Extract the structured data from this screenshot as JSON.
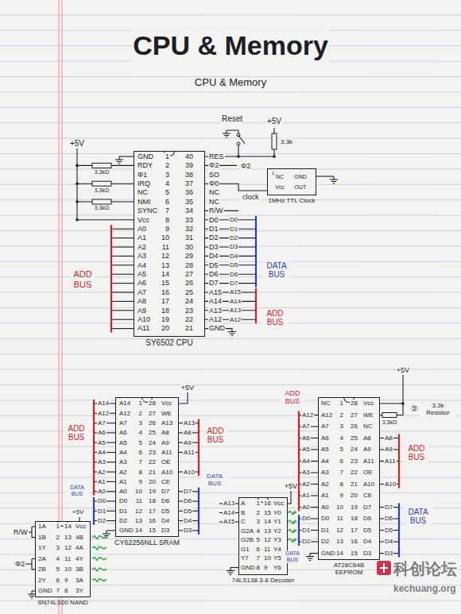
{
  "diagram": {
    "title": "CPU & Memory",
    "nodes": [
      {
        "text": [
          "SY6502 CPU"
        ]
      },
      {
        "text": [
          "1MHz TTL Clock"
        ]
      },
      {
        "text": [
          "CY62256NLL SRAM"
        ]
      },
      {
        "text": [
          "74LS138 3-8 Decoder"
        ]
      },
      {
        "text": [
          "AT28C64B EEPROM"
        ]
      },
      {
        "text": [
          "SN74LS00 NAND"
        ]
      }
    ],
    "edges": [
      {
        "from": 1,
        "to": 0,
        "label": "clock",
        "arrow": "none"
      }
    ],
    "labels": [
      "CPU & Memory",
      "+5V",
      "3.3kΩ",
      "3.3kΩ",
      "3.3kΩ",
      "GND",
      "RDY",
      "Φ1",
      "IRQ",
      "NC",
      "NMI",
      "SYNC",
      "Vcc",
      "A0",
      "A1",
      "A2",
      "A3",
      "A4",
      "A5",
      "A6",
      "A7",
      "A8",
      "A9",
      "A10",
      "A11",
      "1",
      "2",
      "3",
      "4",
      "5",
      "6",
      "7",
      "8",
      "9",
      "10",
      "11",
      "12",
      "13",
      "14",
      "15",
      "16",
      "17",
      "18",
      "19",
      "20",
      "40",
      "39",
      "38",
      "37",
      "36",
      "35",
      "34",
      "33",
      "32",
      "31",
      "30",
      "29",
      "28",
      "27",
      "26",
      "25",
      "24",
      "23",
      "22",
      "21",
      "RES",
      "Φ2",
      "SO",
      "Φ0",
      "NC",
      "NC",
      "R/W",
      "D0",
      "D1",
      "D2",
      "D3",
      "D4",
      "D5",
      "D6",
      "D7",
      "A15",
      "A14",
      "A13",
      "A12",
      "GND",
      "D0",
      "D1",
      "D2",
      "D3",
      "D4",
      "D5",
      "D6",
      "D7",
      "A15",
      "A14",
      "A13",
      "A12",
      "Reset",
      "+5V",
      "3.3k",
      "Φ2",
      "1",
      "NC",
      "GND",
      "Vcc",
      "OUT",
      "ADD BUS",
      "DATA BUS",
      "ADD BUS",
      "A14",
      "A12",
      "A7",
      "A6",
      "A5",
      "A4",
      "A3",
      "A2",
      "A1",
      "A0",
      "D0",
      "D1",
      "D2",
      "GND",
      "1",
      "2",
      "3",
      "4",
      "5",
      "6",
      "7",
      "8",
      "9",
      "10",
      "11",
      "12",
      "13",
      "14",
      "28",
      "27",
      "26",
      "25",
      "24",
      "23",
      "22",
      "21",
      "20",
      "19",
      "18",
      "17",
      "16",
      "15",
      "Vcc",
      "WE",
      "A13",
      "A8",
      "A9",
      "A11",
      "OE",
      "A10",
      "CE",
      "D7",
      "D6",
      "D5",
      "D4",
      "D3",
      "A14",
      "A12",
      "A7",
      "A6",
      "A5",
      "A4",
      "A3",
      "A2",
      "A1",
      "A0",
      "D0",
      "D1",
      "D2",
      "A13",
      "A8",
      "A9",
      "A11",
      "A10",
      "D7",
      "D6",
      "D5",
      "D4",
      "D3",
      "ADD BUS",
      "DATA BUS",
      "ADD BUS",
      "DATA BUS",
      "+5V",
      "A",
      "B",
      "C",
      "G2A",
      "G2B",
      "G1",
      "Y7",
      "GND",
      "1",
      "2",
      "3",
      "4",
      "5",
      "6",
      "7",
      "8",
      "16",
      "15",
      "14",
      "13",
      "12",
      "11",
      "10",
      "9",
      "Vcc",
      "Y0",
      "Y1",
      "Y2",
      "Y3",
      "Y4",
      "Y5",
      "Y6",
      "A13",
      "A14",
      "A15",
      "+5V",
      "NC",
      "A12",
      "A7",
      "A6",
      "A5",
      "A4",
      "A3",
      "A2",
      "A1",
      "A0",
      "D0",
      "D1",
      "D2",
      "GND",
      "1",
      "2",
      "3",
      "4",
      "5",
      "6",
      "7",
      "8",
      "9",
      "10",
      "11",
      "12",
      "13",
      "14",
      "28",
      "27",
      "26",
      "25",
      "24",
      "23",
      "22",
      "21",
      "20",
      "19",
      "18",
      "17",
      "16",
      "15",
      "Vcc",
      "WE",
      "NC",
      "A8",
      "A9",
      "A11",
      "OE",
      "A10",
      "CE",
      "D7",
      "D6",
      "D5",
      "D4",
      "D3",
      "A12",
      "A7",
      "A6",
      "A5",
      "A4",
      "A3",
      "A2",
      "A1",
      "A0",
      "D0",
      "D1",
      "D2",
      "A8",
      "A9",
      "A11",
      "A10",
      "D7",
      "D6",
      "D5",
      "D4",
      "D3",
      "ADD BUS",
      "DATA BUS",
      "ADD BUS",
      "DATA BUS",
      "+5V",
      "3.3kΩ",
      "②",
      "3.3k Resistor",
      "1A",
      "1B",
      "1Y",
      "2A",
      "2B",
      "2Y",
      "GND",
      "1",
      "2",
      "3",
      "4",
      "5",
      "6",
      "7",
      "14",
      "13",
      "12",
      "11",
      "10",
      "9",
      "8",
      "Vcc",
      "4B",
      "4A",
      "4Y",
      "3B",
      "3A",
      "3Y",
      "R/W",
      "Φ2",
      "+5V",
      "科创论坛",
      "kechuang.org"
    ]
  }
}
